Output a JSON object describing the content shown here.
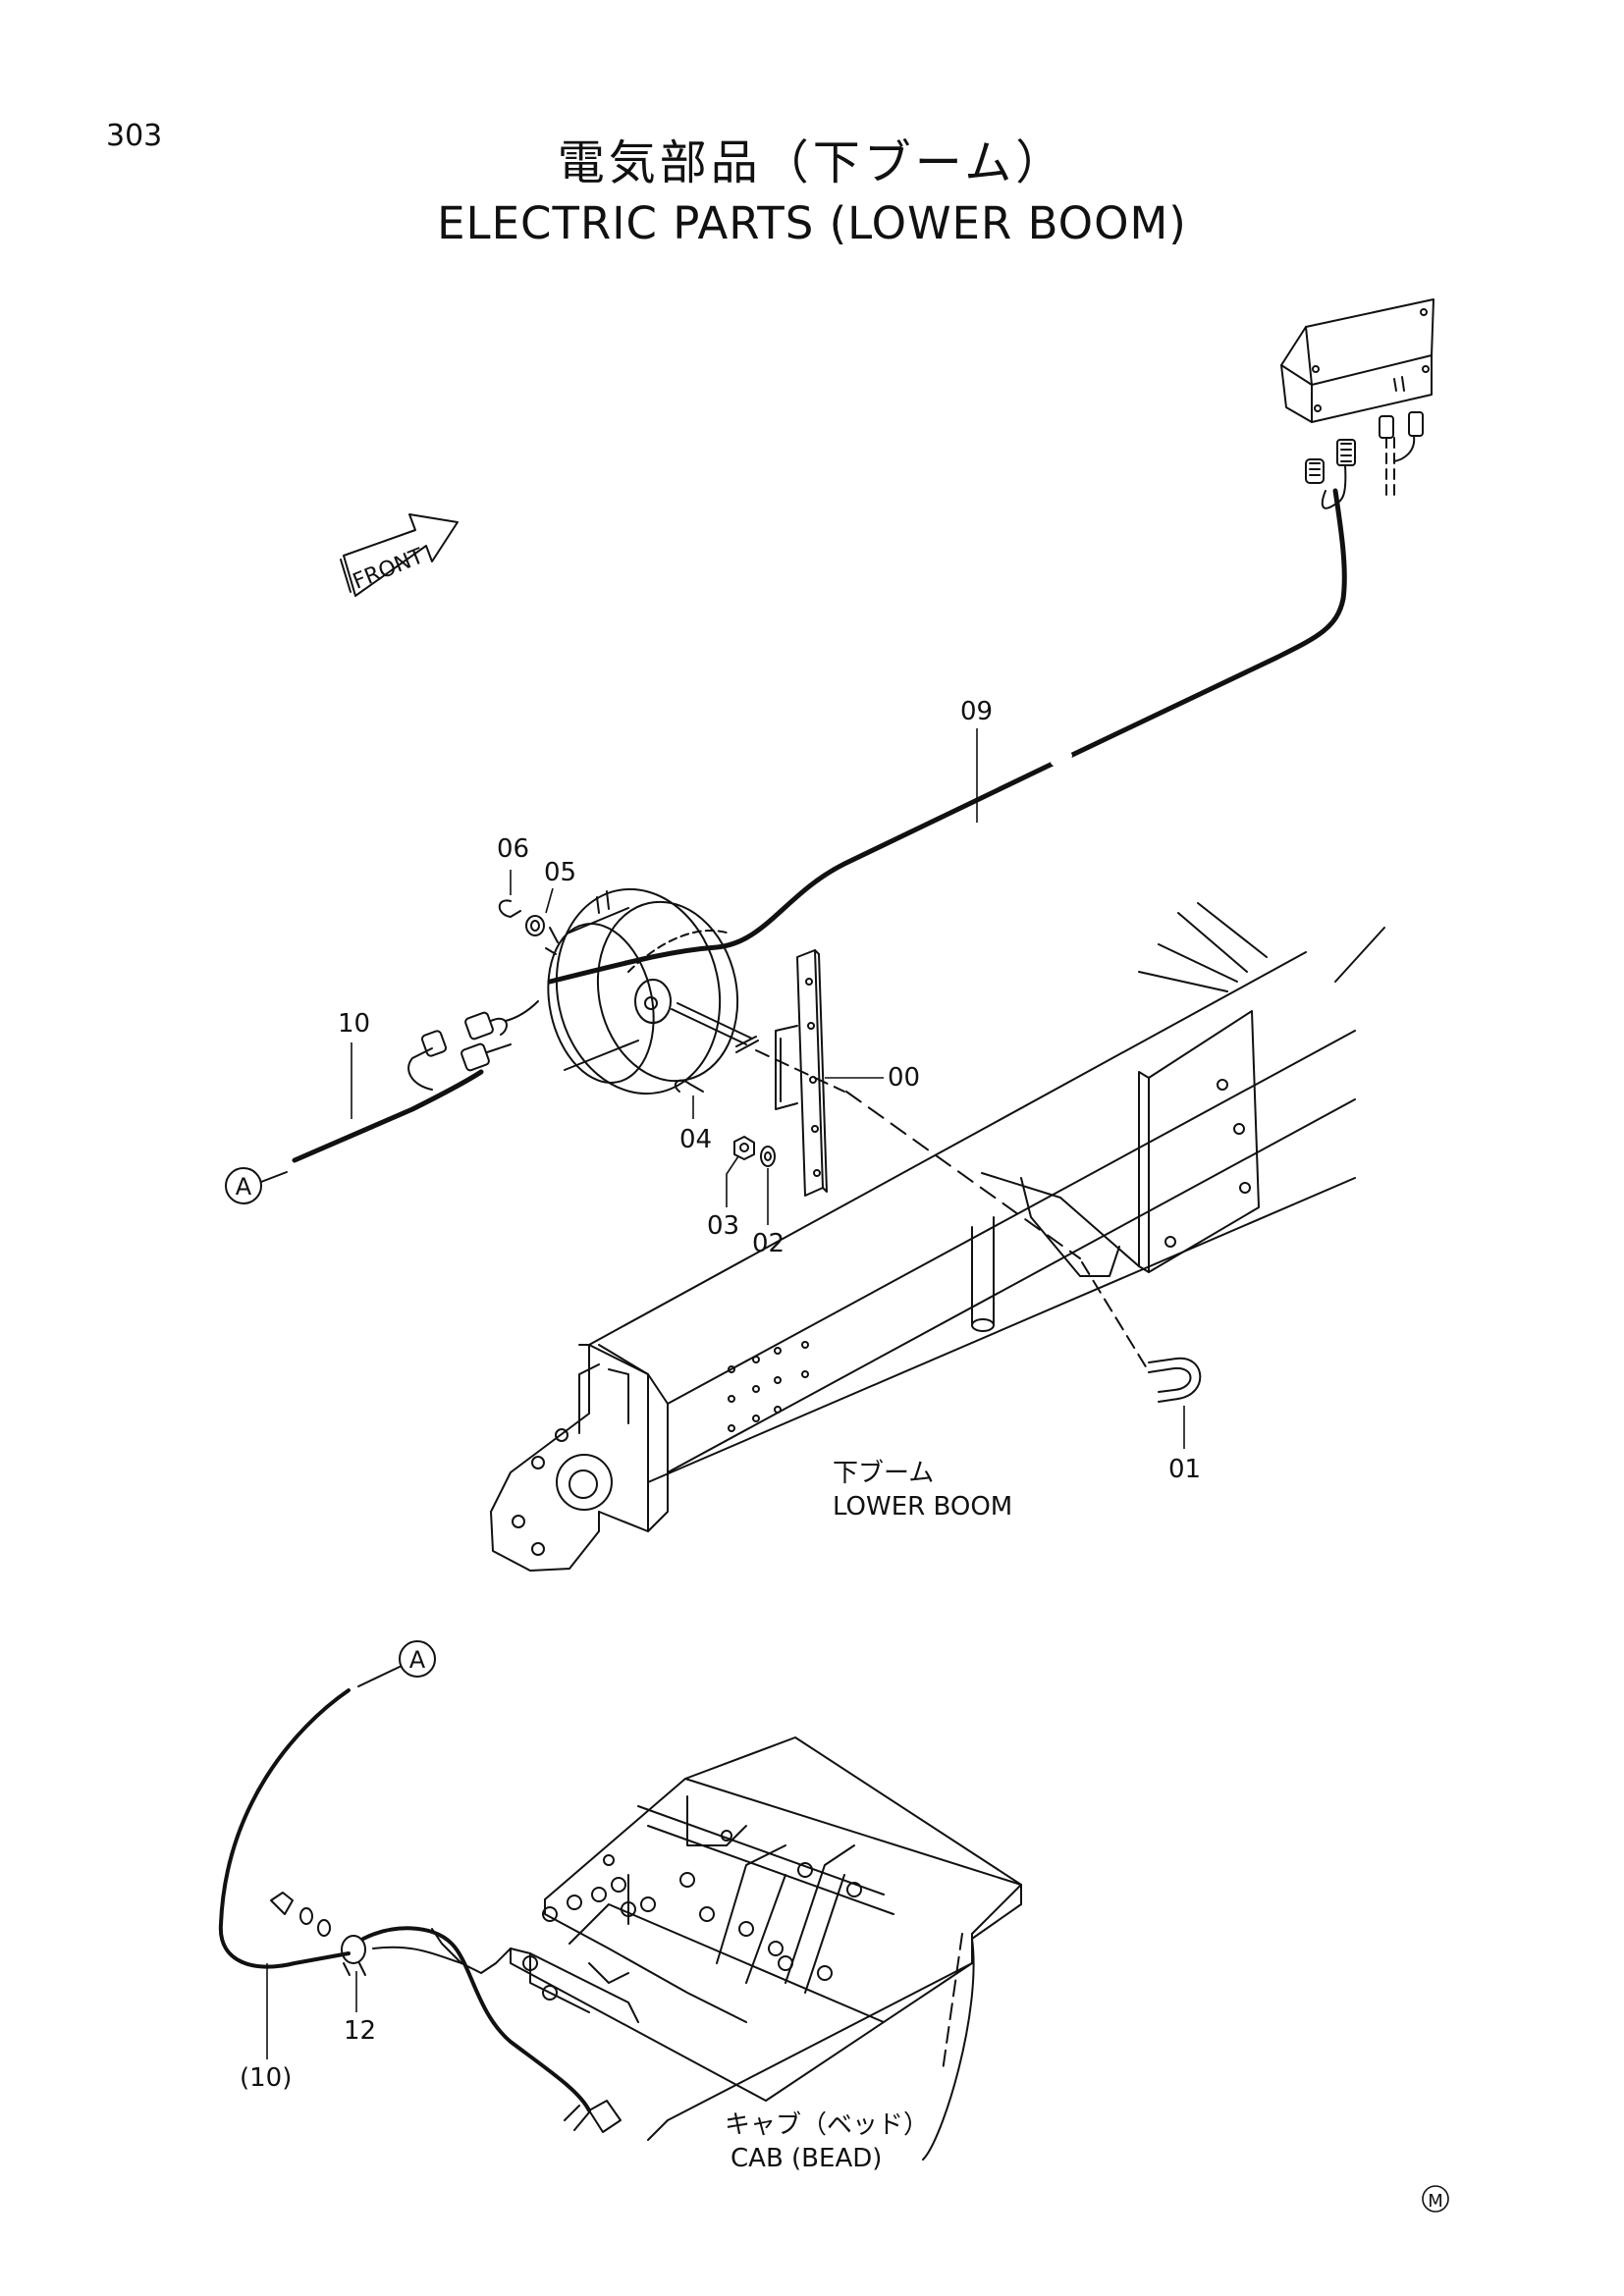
{
  "page": {
    "number": "303",
    "title_jp": "電気部品（下ブーム）",
    "title_en": "ELECTRIC PARTS (LOWER BOOM)",
    "mark": "M"
  },
  "direction_arrow": {
    "label": "FRONT"
  },
  "callouts": {
    "c00": "00",
    "c01": "01",
    "c02": "02",
    "c03": "03",
    "c04": "04",
    "c05": "05",
    "c06": "06",
    "c09": "09",
    "c10": "10",
    "c10ref": "(10)",
    "c12": "12"
  },
  "connectors": {
    "top": "A",
    "bottom": "A"
  },
  "labels": {
    "lower_boom_jp": "下ブーム",
    "lower_boom_en": "LOWER BOOM",
    "cab_jp": "キャブ（ベッド）",
    "cab_en": "CAB (BEAD)"
  },
  "colors": {
    "ink": "#111111",
    "paper": "#ffffff"
  }
}
